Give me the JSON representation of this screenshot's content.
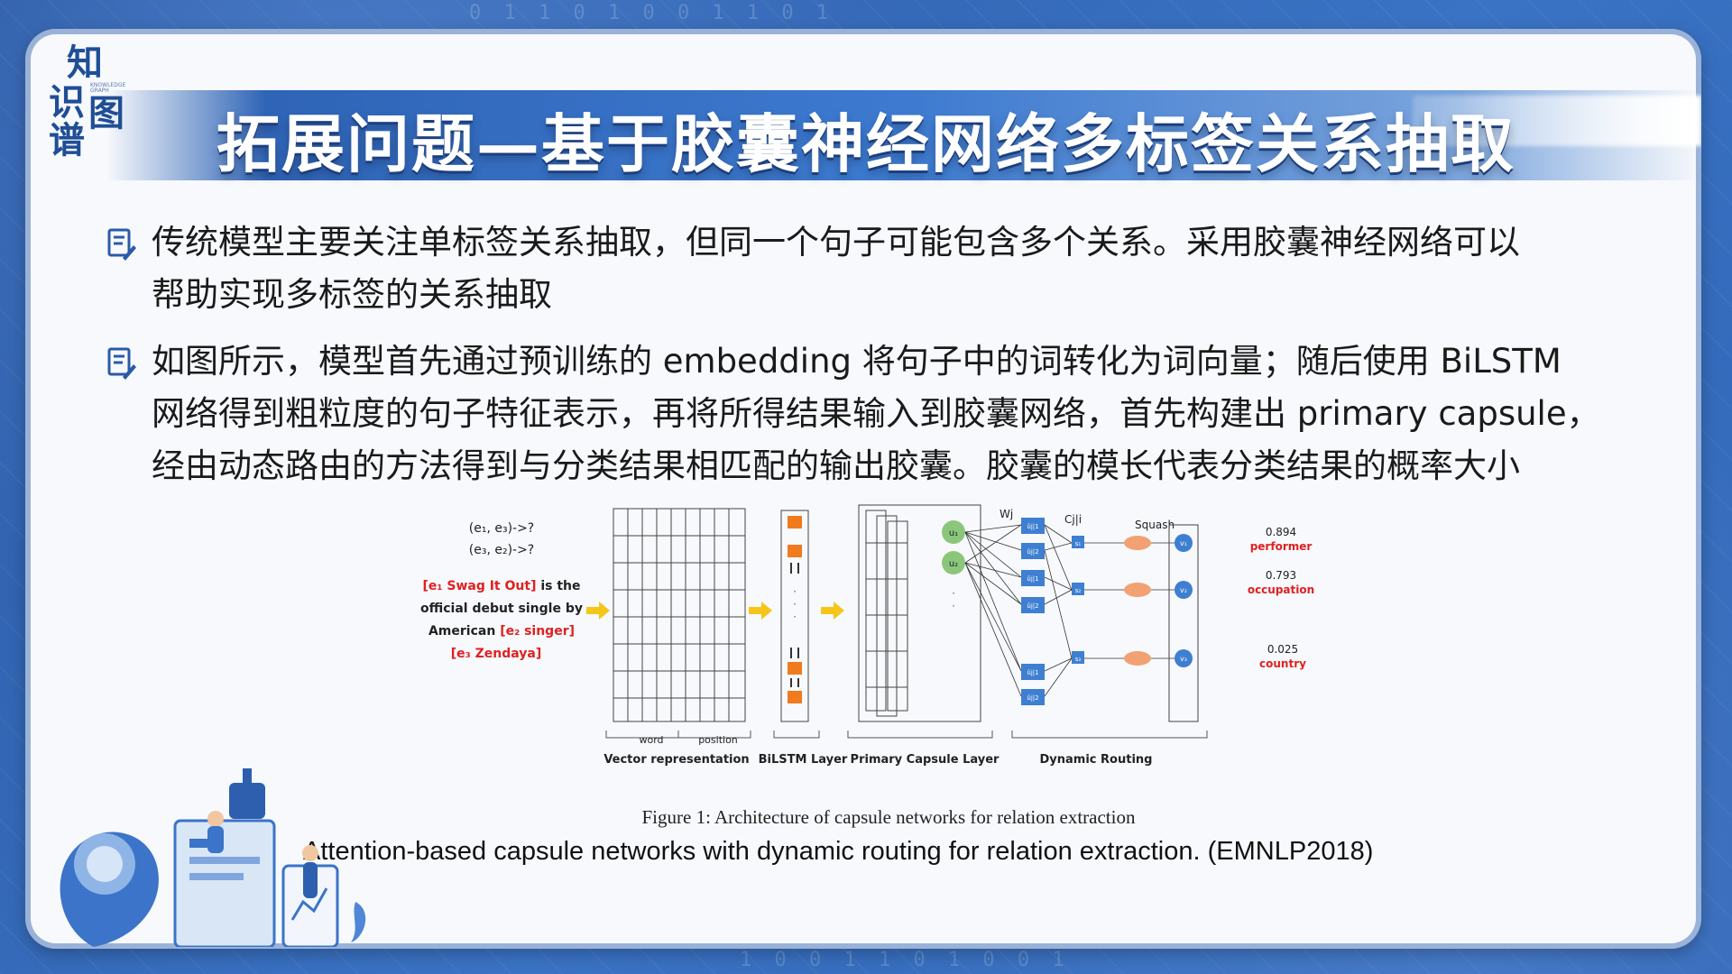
{
  "logo": {
    "chars": [
      "知",
      "识",
      "图",
      "谱"
    ],
    "tagline": "KNOWLEDGE GRAPH"
  },
  "title": "拓展问题—基于胶囊神经网络多标签关系抽取",
  "bullets": [
    {
      "icon": "note-pen-icon",
      "lines": [
        "传统模型主要关注单标签关系抽取，但同一个句子可能包含多个关系。采用胶囊神经网络可以",
        "帮助实现多标签的关系抽取"
      ]
    },
    {
      "icon": "note-pen-icon",
      "lines": [
        "如图所示，模型首先通过预训练的 embedding 将句子中的词转化为词向量；随后使用 BiLSTM",
        "网络得到粗粒度的句子特征表示，再将所得结果输入到胶囊网络，首先构建出 primary capsule，",
        "经由动态路由的方法得到与分类结果相匹配的输出胶囊。胶囊的模长代表分类结果的概率大小"
      ]
    }
  ],
  "figure": {
    "queries": [
      "(e₁, e₃)->?",
      "(e₃, e₂)->?"
    ],
    "sentence": {
      "e1": "[e₁ Swag It Out]",
      "after_e1": " is the",
      "line2": "official debut  single by",
      "line3_pre": "American ",
      "e2": "[e₂ singer]",
      "e3": "[e₃ Zendaya]"
    },
    "sub_labels": {
      "word": "word",
      "position": "position"
    },
    "layer_labels": [
      "Vector representation",
      "BiLSTM Layer",
      "Primary Capsule Layer",
      "Dynamic Routing"
    ],
    "routing_labels": {
      "wj": "Wj",
      "cji": "Cj|i",
      "squash": "Squash"
    },
    "primary_caps": [
      "u₁",
      "u₂"
    ],
    "pred_caps": [
      "ûj|1",
      "ûj|2",
      "ûj|1",
      "ûj|2",
      "ûj|1",
      "ûj|2"
    ],
    "s_nodes": [
      "s₁",
      "s₂",
      "s₃"
    ],
    "v_nodes": [
      "v₁",
      "v₂",
      "v₃"
    ],
    "outputs": [
      {
        "prob": "0.894",
        "label": "performer"
      },
      {
        "prob": "0.793",
        "label": "occupation"
      },
      {
        "prob": "0.025",
        "label": "country"
      }
    ],
    "colors": {
      "entity": "#e02020",
      "arrow": "#f5c518",
      "bilstm": "#f07a1e",
      "capsule": "#8cc67a",
      "routing": "#3e7fd1",
      "squash": "#f2a272"
    }
  },
  "figure_caption": "Figure 1: Architecture of capsule networks for relation extraction",
  "citation": "Attention-based capsule networks with dynamic routing for relation extraction. (EMNLP2018)"
}
